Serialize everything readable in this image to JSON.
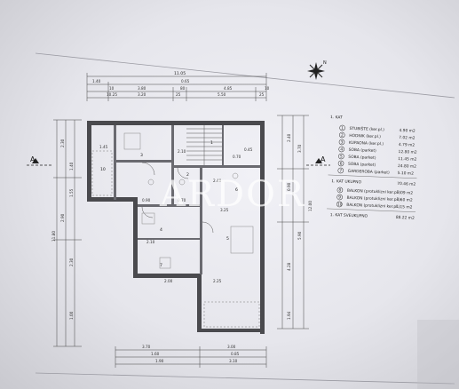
{
  "watermark": "ARDOR",
  "compass": {
    "label": "N"
  },
  "section_markers": [
    "A",
    "A"
  ],
  "top_dimensions": {
    "overall": "11.05",
    "row2": [
      "1.40",
      "0.65"
    ],
    "row3": [
      "10",
      "3.80",
      "80",
      "4.85",
      "10"
    ],
    "row4": [
      "10.25",
      "3.20",
      "25",
      "5.50",
      "25"
    ]
  },
  "right_dimensions": [
    "2.40",
    "3.70",
    "12.00",
    "0.90",
    "5.90",
    "4.28",
    "1.94"
  ],
  "left_dimensions": [
    "2.30",
    "1.40",
    "1.55",
    "2.90",
    "11.80",
    "2.30",
    "1.00"
  ],
  "bottom_dimensions": {
    "row1": [
      "3.70",
      "3.00"
    ],
    "row2": [
      "1.60",
      "0.85"
    ],
    "row3": [
      "1.90",
      "3.10"
    ]
  },
  "plan_labels": {
    "room_numbers": [
      "1",
      "2",
      "3",
      "4",
      "5",
      "6",
      "7",
      "10"
    ],
    "small_dims": [
      "1.45",
      "2.10",
      "0.70",
      "2.40",
      "0.45",
      "0.90",
      "0.70",
      "2.10",
      "2.25",
      "3.25",
      "2.00"
    ]
  },
  "legend": {
    "title": "1. KAT",
    "rooms": [
      {
        "num": "1",
        "name": "STUBIŠTE (ker.pl.)",
        "area": "4.90 m2"
      },
      {
        "num": "2",
        "name": "HODNIK (ker.pl.)",
        "area": "7.02 m2"
      },
      {
        "num": "3",
        "name": "KUPAONA (ker.pl.)",
        "area": "4.79 m2"
      },
      {
        "num": "4",
        "name": "SOBA (parket)",
        "area": "12.80 m2"
      },
      {
        "num": "5",
        "name": "SOBA (parket)",
        "area": "11.45 m2"
      },
      {
        "num": "6",
        "name": "SOBA (parket)",
        "area": "24.80 m2"
      },
      {
        "num": "7",
        "name": "GARDEROBA (parket)",
        "area": "5.10 m2"
      }
    ],
    "subtotal": {
      "name": "1. KAT UKUPNO",
      "area": "70.46 m2"
    },
    "balconies": [
      {
        "num": "8",
        "name": "BALKON (protuklizni ker.pl.)",
        "area": "3.09 m2"
      },
      {
        "num": "9",
        "name": "BALKON (protuklizni ker.pl.)",
        "area": "3.60 m2"
      },
      {
        "num": "10",
        "name": "BALKON (protuklizni ker.pl.)",
        "area": "1.15 m2"
      }
    ],
    "total": {
      "name": "1. KAT SVEUKUPNO",
      "area": "88.22 m2"
    }
  }
}
